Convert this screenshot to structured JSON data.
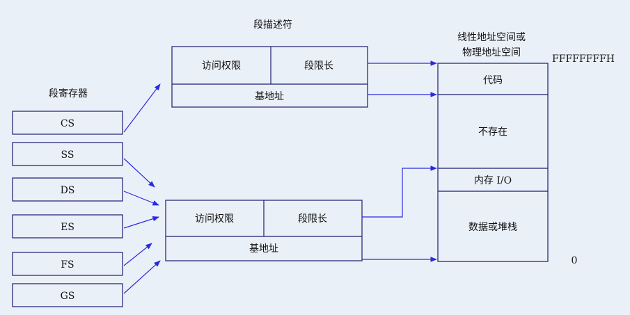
{
  "labels": {
    "segment_descriptor": "段描述符",
    "segment_registers": "段寄存器",
    "address_space_line1": "线性地址空间或",
    "address_space_line2": "物理地址空间",
    "top_address": "FFFFFFFFH",
    "bottom_address": "0"
  },
  "registers": [
    "CS",
    "SS",
    "DS",
    "ES",
    "FS",
    "GS"
  ],
  "descriptor_top": {
    "access": "访问权限",
    "limit": "段限长",
    "base": "基地址"
  },
  "descriptor_bottom": {
    "access": "访问权限",
    "limit": "段限长",
    "base": "基地址"
  },
  "memory_regions": [
    "代码",
    "不存在",
    "内存 I/O",
    "数据或堆栈"
  ],
  "colors": {
    "box_stroke": "#1a1a6e",
    "arrow": "#2a2ae0",
    "background": "#eaf0f8"
  }
}
